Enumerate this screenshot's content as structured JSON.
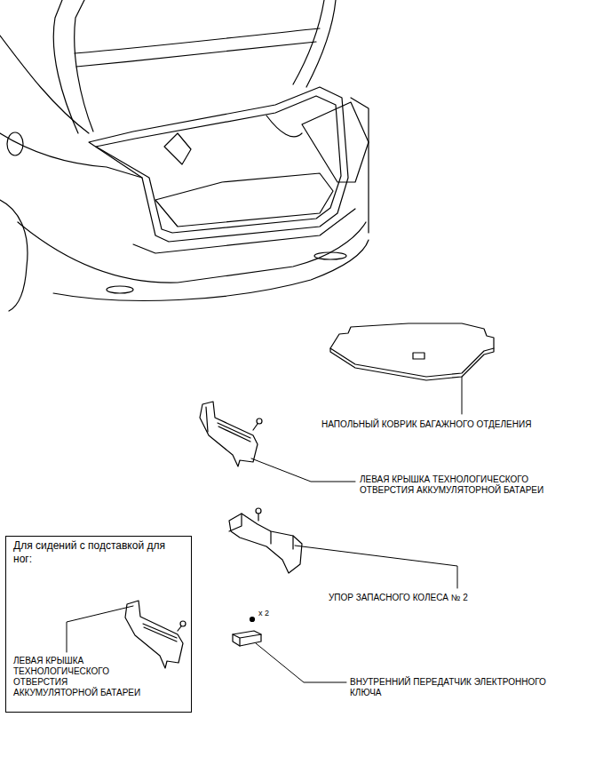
{
  "diagram": {
    "nodes": [
      {
        "text": [
          "Для сидений с подставкой для ног:",
          "ЛЕВАЯ КРЫШКА ТЕХНОЛОГИЧЕСКОГО ОТВЕРСТИЯ АККУМУЛЯТОРНОЙ БАТАРЕИ"
        ]
      }
    ],
    "labels": [
      "НАПОЛЬНЫЙ КОВРИК БАГАЖНОГО ОТДЕЛЕНИЯ",
      "ЛЕВАЯ КРЫШКА ТЕХНОЛОГИЧЕСКОГО ОТВЕРСТИЯ АККУМУЛЯТОРНОЙ БАТАРЕИ",
      "УПОР ЗАПАСНОГО КОЛЕСА № 2",
      "x 2",
      "ВНУТРЕННИЙ ПЕРЕДАТЧИК ЭЛЕКТРОННОГО КЛЮЧА"
    ]
  }
}
